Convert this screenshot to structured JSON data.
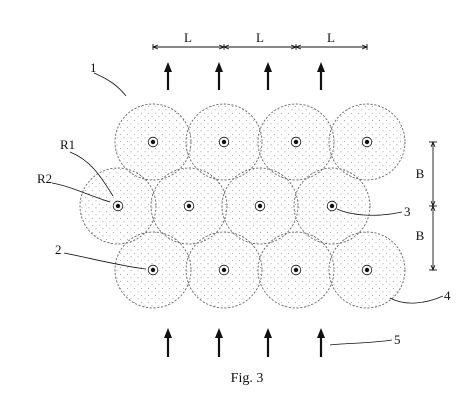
{
  "figure": {
    "caption": "Fig. 3"
  },
  "dimensions": {
    "horizontal_spacing": "L",
    "vertical_spacing": "B"
  },
  "radius_labels": [
    "R1",
    "R2"
  ],
  "reference_numerals": [
    "1",
    "2",
    "3",
    "4",
    "5"
  ],
  "layout": {
    "rows": 3,
    "circles_per_row": 4,
    "arrangement": "staggered",
    "top_arrows": 4,
    "bottom_arrows": 4
  },
  "colors": {
    "ink": "#111111",
    "circle_stroke": "#666666",
    "stipple": "#9a9a9a"
  }
}
